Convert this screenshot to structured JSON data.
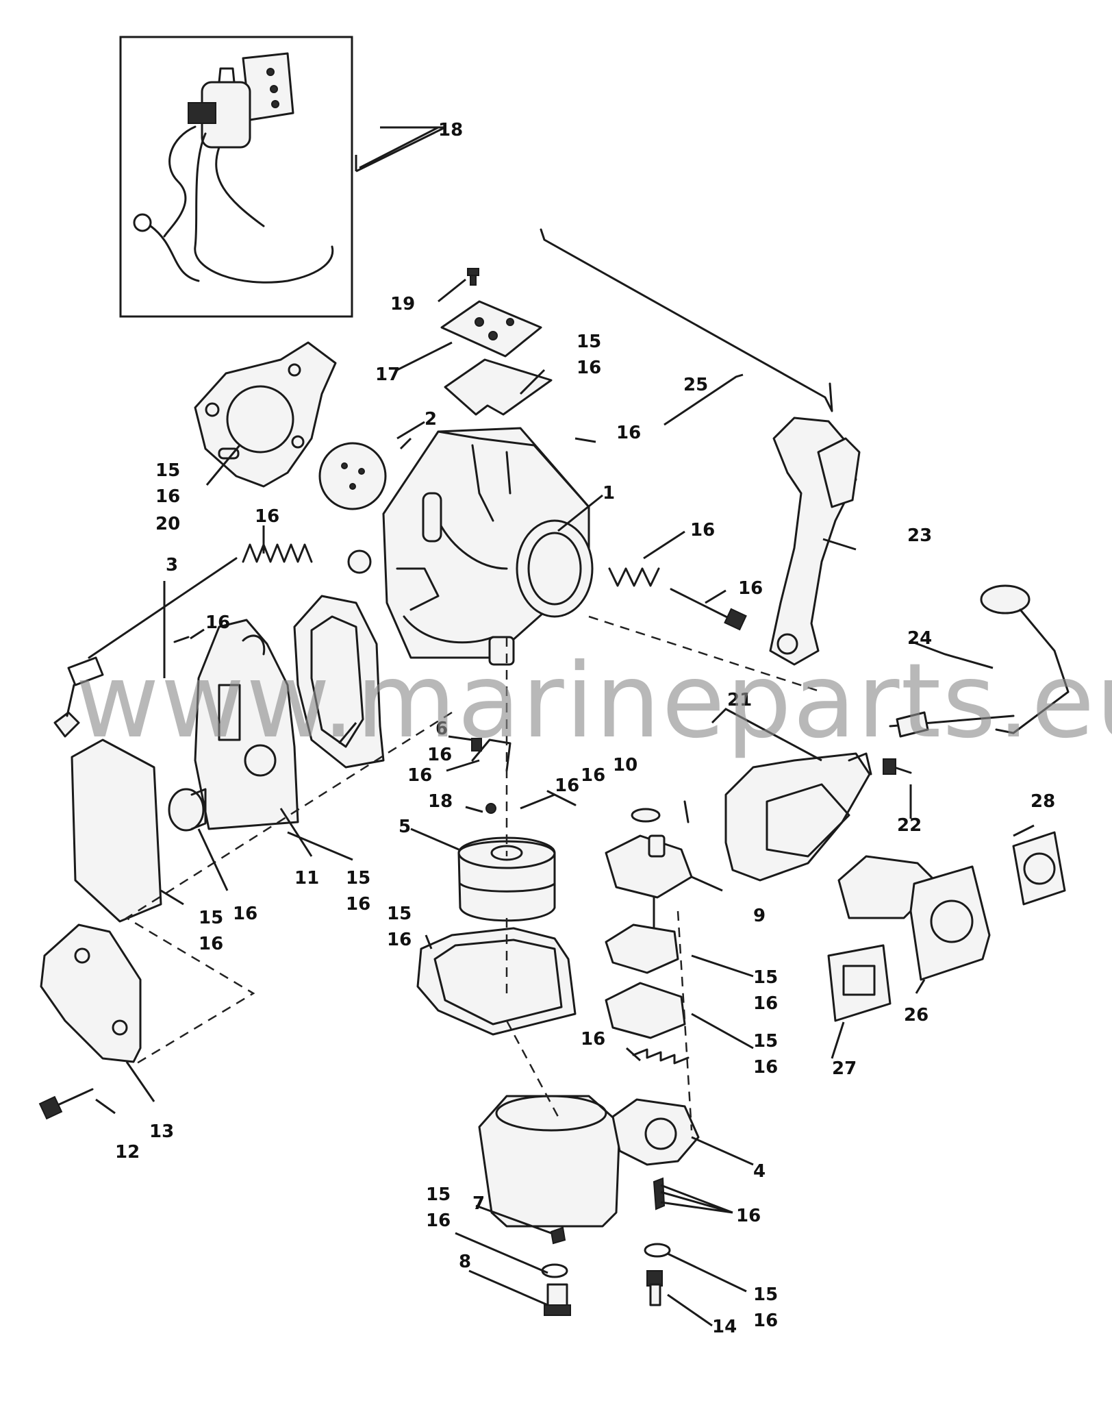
{
  "watermark": "www.marineparts.eu",
  "callouts": {
    "c1": "1",
    "c2": "2",
    "c3": "3",
    "c4": "4",
    "c5": "5",
    "c6": "6",
    "c7": "7",
    "c8": "8",
    "c9": "9",
    "c10": "10",
    "c11": "11",
    "c12": "12",
    "c13": "13",
    "c14": "14",
    "c15": "15",
    "c16": "16",
    "c17": "17",
    "c18": "18",
    "c19": "19",
    "c20": "20",
    "c21": "21",
    "c22": "22",
    "c23": "23",
    "c24": "24",
    "c25": "25",
    "c26": "26",
    "c27": "27",
    "c28": "28"
  },
  "colors": {
    "line": "#1a1a1a",
    "watermark": "#8d8d8d",
    "background": "#ffffff"
  }
}
